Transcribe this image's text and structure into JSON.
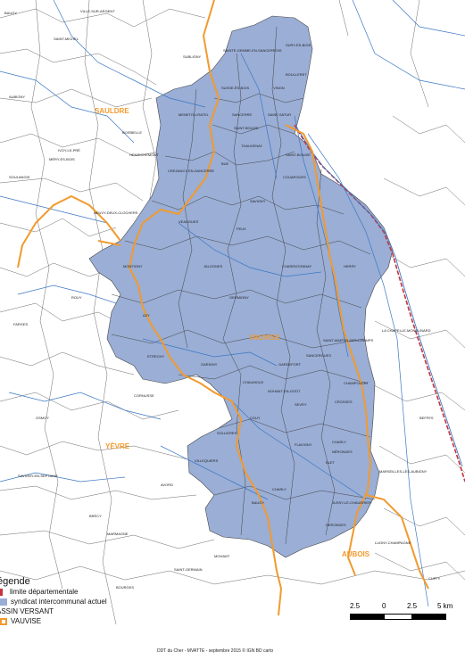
{
  "map": {
    "basins": [
      "SAULDRE",
      "VAUVISE",
      "YÈVRE",
      "AUBOIS"
    ],
    "communes": [
      "SAINTE-GEMME-EN-SANCERROIS",
      "SURY-ÈS-BOIS",
      "BOULLERET",
      "SUBLIGNY",
      "SUSSE-ÈS-BOIS",
      "VINON",
      "BOISBELLE",
      "MENETOU-RATEL",
      "SANCERRE",
      "SAINT-SATUR",
      "SAINT-BOUIZE",
      "THAUVENAY",
      "SAINT-BOUIZE",
      "CREZANCY-EN-SANCERRE",
      "BUE",
      "COUARGUES",
      "VEAUGUES",
      "SAVIGNY",
      "FEUX",
      "HERRY",
      "MONTIGNY",
      "AZY",
      "JALOGNES",
      "CHARENTONNAY",
      "ETRECHY",
      "GERMIGNY",
      "CHAUMOUX",
      "SOLLIERES",
      "COUY",
      "SEVRY",
      "GARDEFORT",
      "SANCERGUES",
      "FLAVIGNY",
      "CHARLY",
      "BAUGY",
      "SAINT-MARTIN-DES-CHAMPS",
      "BEFFES",
      "CHAMPOULET",
      "LA CHAPELLE-MONTLINARD",
      "MARSEILLES-LÈS-AUBIGNY",
      "CROSSES",
      "NERONDES",
      "JUSSY-LE-CHAUDRIER",
      "LUGNY-CHAMPAGNE",
      "VILLEQUIERS",
      "CUFFY",
      "CHARLY",
      "GARIGNY",
      "NOHANT-EN-GOÛT",
      "SAVIGNY-EN-SEPTAINE",
      "NÉRONDES",
      "CORNUSSE",
      "MOHANT",
      "BRÉCY",
      "BLET"
    ],
    "other_labels": [
      "BAUGY",
      "SAINT-MICHEL",
      "HENRICHEMONT",
      "VILLE-SUR-ARGENT",
      "AUBIGNY",
      "IVOY-LE-PRÉ",
      "NEUVY-DEUX-CLOCHERS",
      "SOULANGIS",
      "MÉRY-ES-BOIS",
      "ROUY",
      "AVORD",
      "OSMOY",
      "FARGES",
      "MARMAGNE",
      "BOURGES",
      "SAINT-GERMAIN"
    ]
  },
  "legend": {
    "title": "égende",
    "items": [
      {
        "label": "limite départementale",
        "color": "#c8323c"
      },
      {
        "label": "syndicat intercommunal actuel",
        "color": "#9aaed6"
      },
      {
        "label": "ASSIN VERSANT",
        "color": ""
      },
      {
        "label": "VAUVISE",
        "color": "#f29a2e"
      }
    ]
  },
  "scale": {
    "ticks": [
      "2.5",
      "0",
      "2.5",
      "5 km"
    ]
  },
  "credit": "DDT du Cher - MVATTE - septembre 2015 © IGN BD carto",
  "colors": {
    "basin_fill": "#9aaed6",
    "basin_line": "#f29a2e",
    "river": "#3b78c4",
    "dept": "#c8323c",
    "commune": "#555555"
  }
}
